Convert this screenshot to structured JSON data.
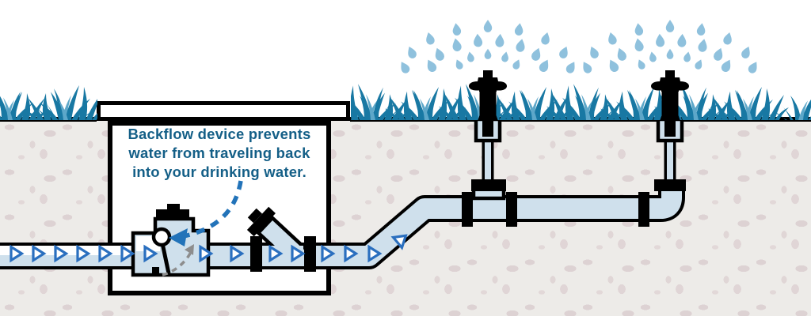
{
  "annotation": {
    "line1": "Backflow device prevents",
    "line2": "water from traveling back",
    "line3": "into your drinking water."
  },
  "components": {
    "valve_box": "valve-box",
    "backflow_device": "backflow-check-valve",
    "shutoff_valve": "angled-shutoff-valve",
    "supply_pipe": "drinking-water-supply-pipe",
    "irrigation_pipe": "irrigation-pipe",
    "sprinkler_left": "popup-sprinkler",
    "sprinkler_right": "popup-sprinkler"
  },
  "colors": {
    "annotation_text": "#145f87",
    "grass": "#1878a3",
    "grass_light": "#5da7c9",
    "pipe_water": "#cfe0ec",
    "flow_arrow": "#2a6fbf",
    "water_droplet": "#8fc1dd",
    "soil": "#edebe8",
    "soil_speckle": "#ddd2d3",
    "outline": "#000000",
    "callout_arrow": "#2273b9",
    "blocked_backflow_arrow": "#8d8d8d"
  }
}
